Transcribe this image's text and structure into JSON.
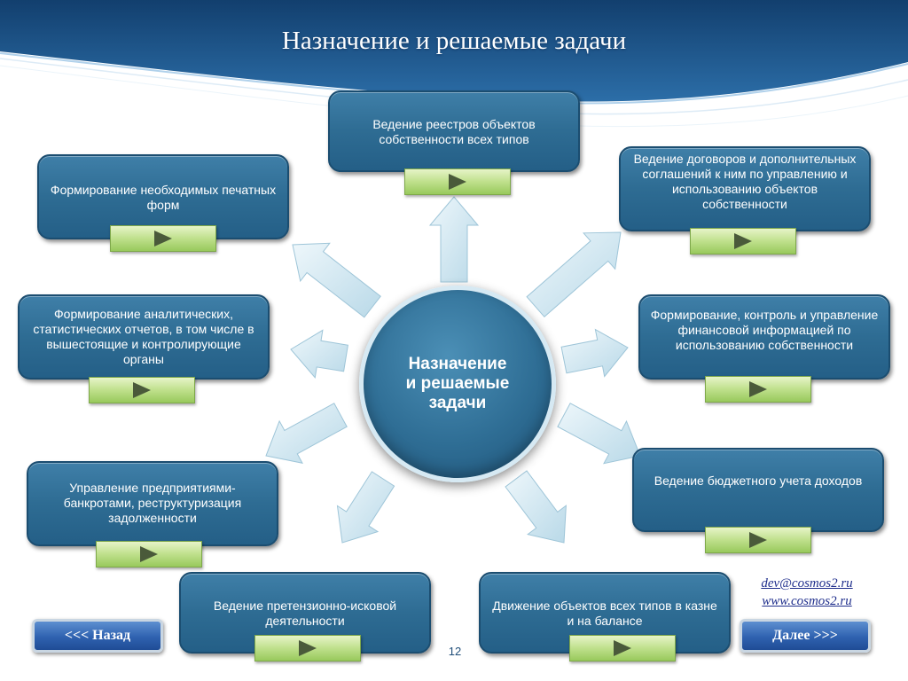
{
  "slide": {
    "title": "Назначение и решаемые задачи",
    "page_number": "12"
  },
  "center": {
    "label": "Назначение\nи решаемые\nзадачи"
  },
  "tasks": [
    {
      "label": "Ведение реестров объектов собственности всех типов"
    },
    {
      "label": "Ведение договоров и дополнительных соглашений к ним по управлению и использованию объектов собственности"
    },
    {
      "label": "Формирование, контроль и управление финансовой информацией по использованию собственности"
    },
    {
      "label": "Ведение бюджетного учета доходов"
    },
    {
      "label": "Движение объектов всех типов  в казне и на балансе"
    },
    {
      "label": "Ведение претензионно-исковой деятельности"
    },
    {
      "label": "Управление предприятиями-банкротами, реструктуризация задолженности"
    },
    {
      "label": "Формирование аналитических, статистических отчетов, в том числе в вышестоящие и контролирующие органы"
    },
    {
      "label": "Формирование необходимых печатных форм"
    }
  ],
  "nav": {
    "back_label": "<<< Назад",
    "next_label": "Далее >>>"
  },
  "contacts": {
    "email": "dev@cosmos2.ru",
    "website": "www.cosmos2.ru"
  },
  "colors": {
    "box_fill": "#2e6c93",
    "arrow_fill": "#cde6f1",
    "play_fill": "#bfe08c",
    "title_band": "#1d5a8c"
  }
}
